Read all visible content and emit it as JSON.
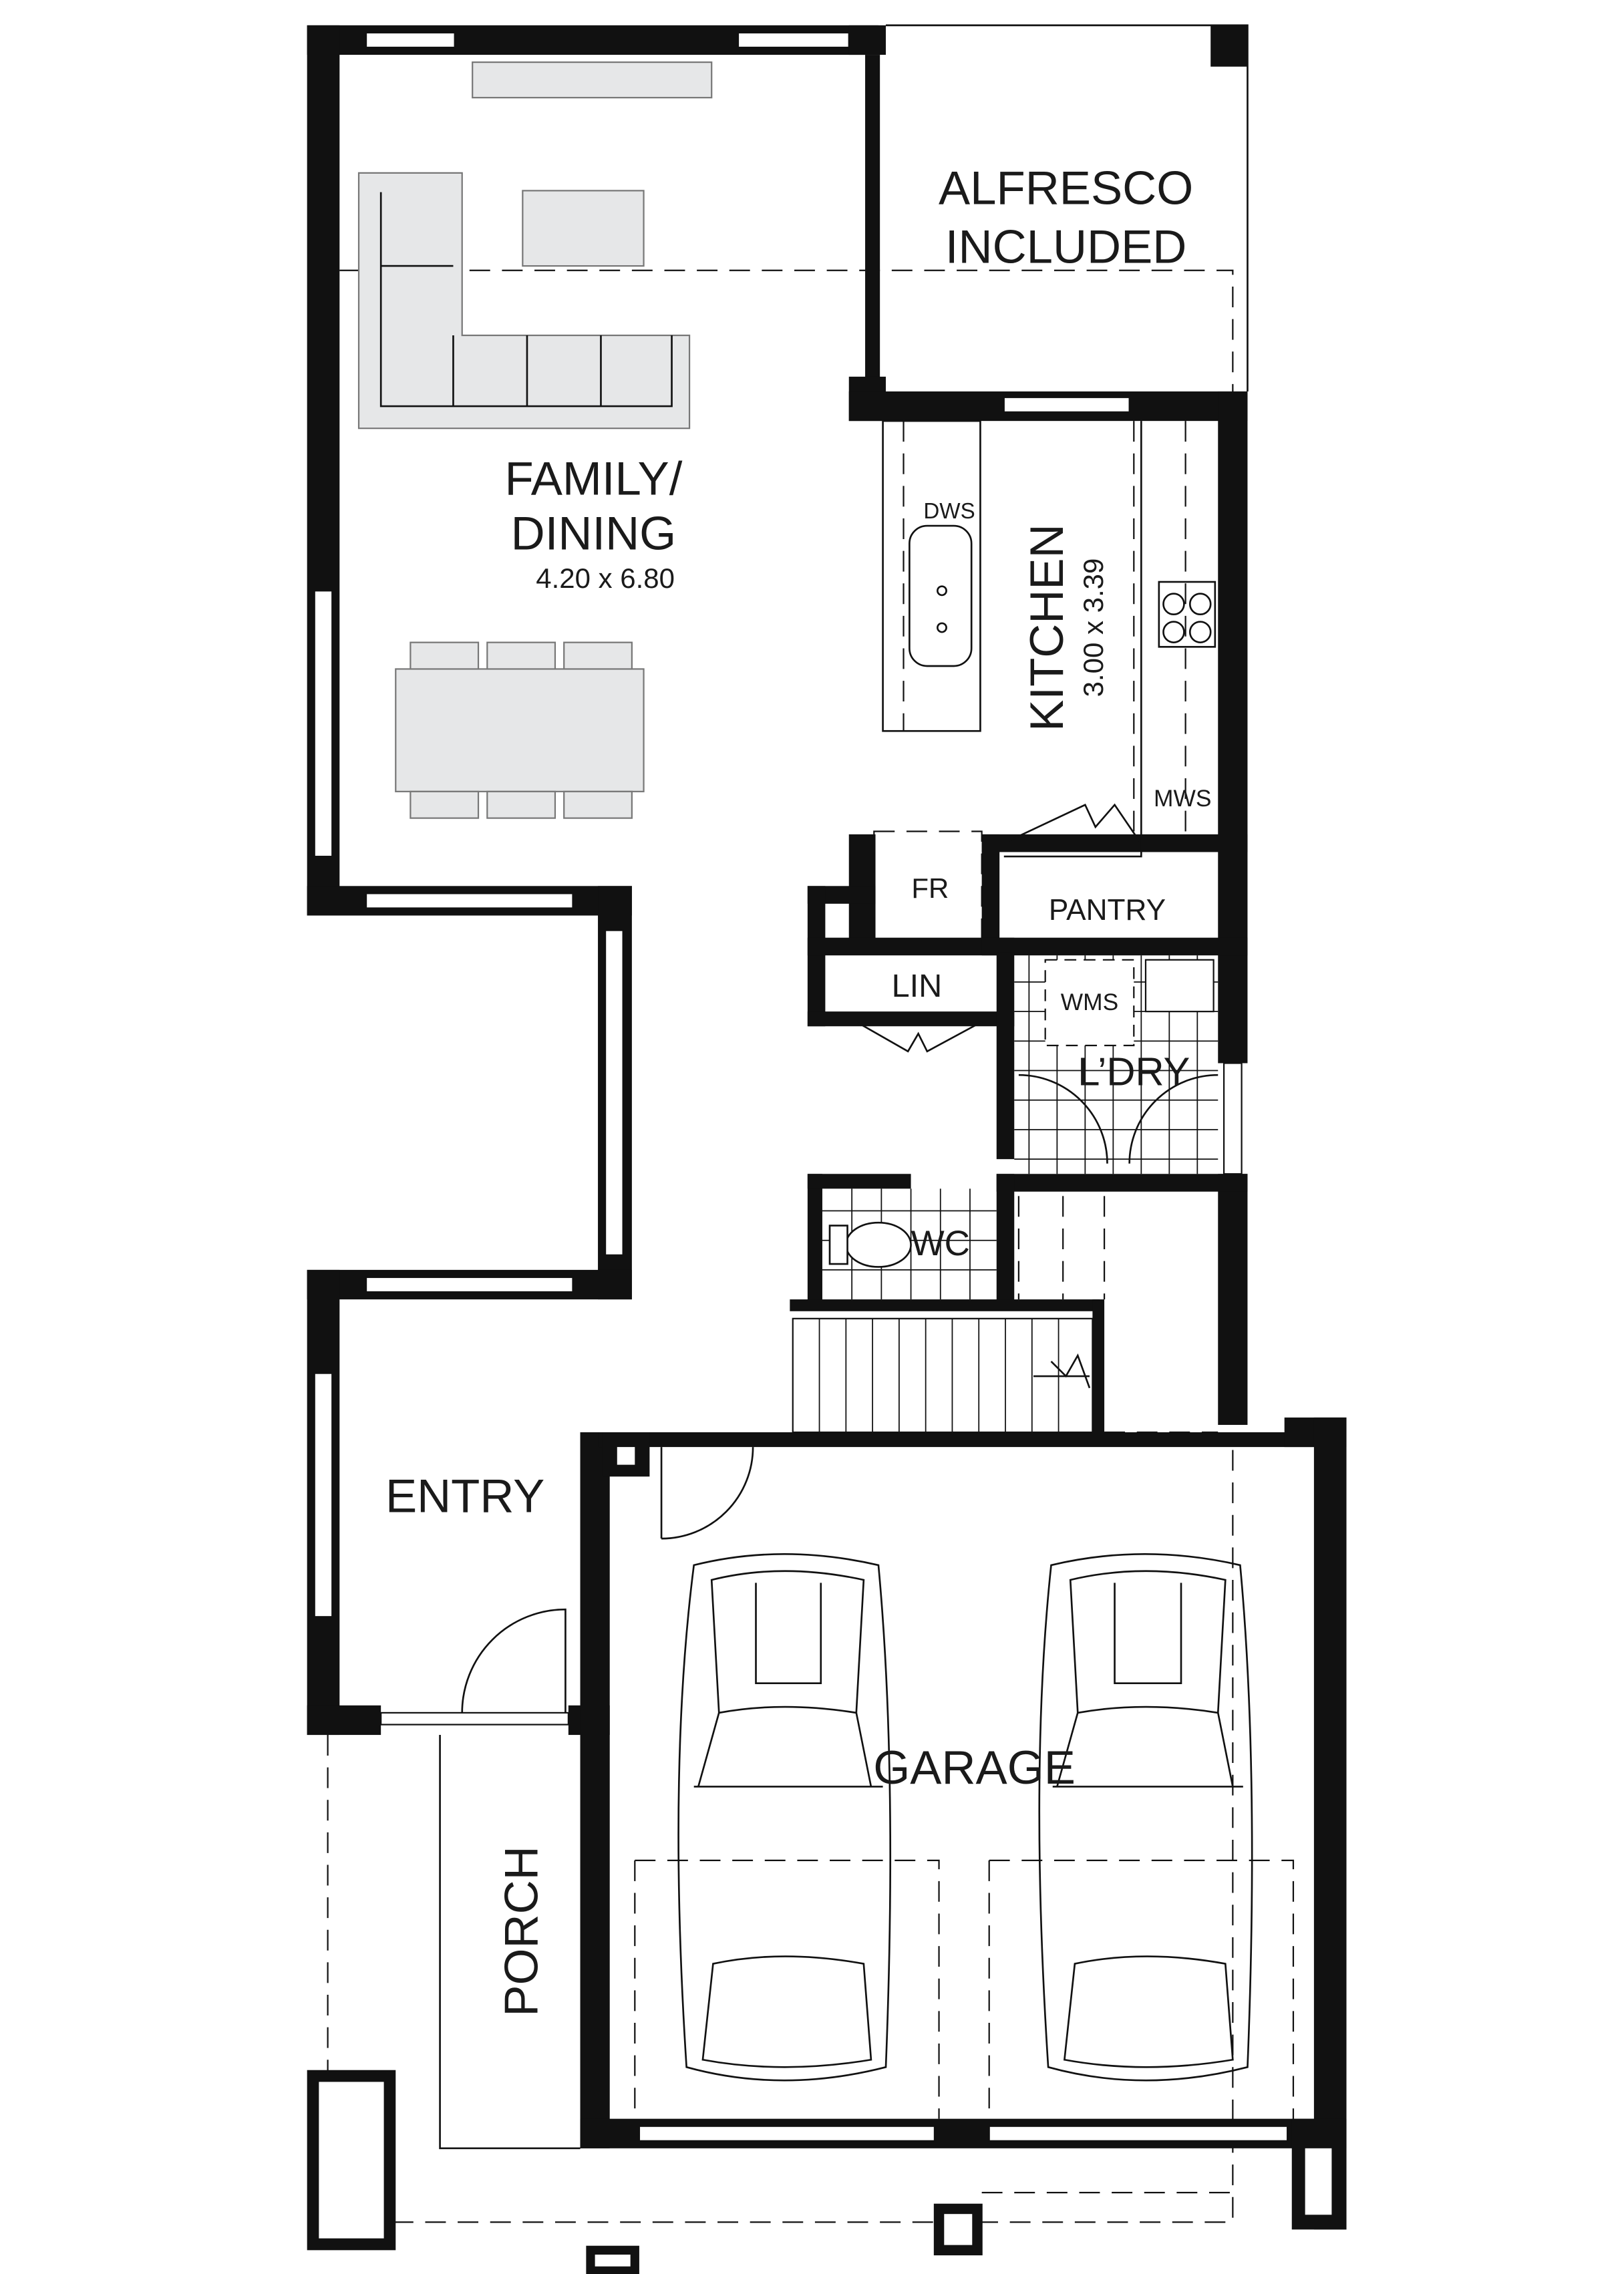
{
  "rooms": {
    "alfresco": {
      "line1": "ALFRESCO",
      "line2": "INCLUDED"
    },
    "family": {
      "line1": "FAMILY/",
      "line2": "DINING",
      "size": "4.20 x 6.80"
    },
    "kitchen": {
      "name": "KITCHEN",
      "size": "3.00 x 3.39"
    },
    "dws": "DWS",
    "mws": "MWS",
    "fr": "FR",
    "pantry": "PANTRY",
    "lin": "LIN",
    "wms": "WMS",
    "laundry": "L’DRY",
    "wc": "WC",
    "entry": "ENTRY",
    "garage": "GARAGE",
    "porch": "PORCH"
  },
  "colors": {
    "wall": "#111111",
    "furniture": "#e6e7e8",
    "background": "#ffffff"
  }
}
